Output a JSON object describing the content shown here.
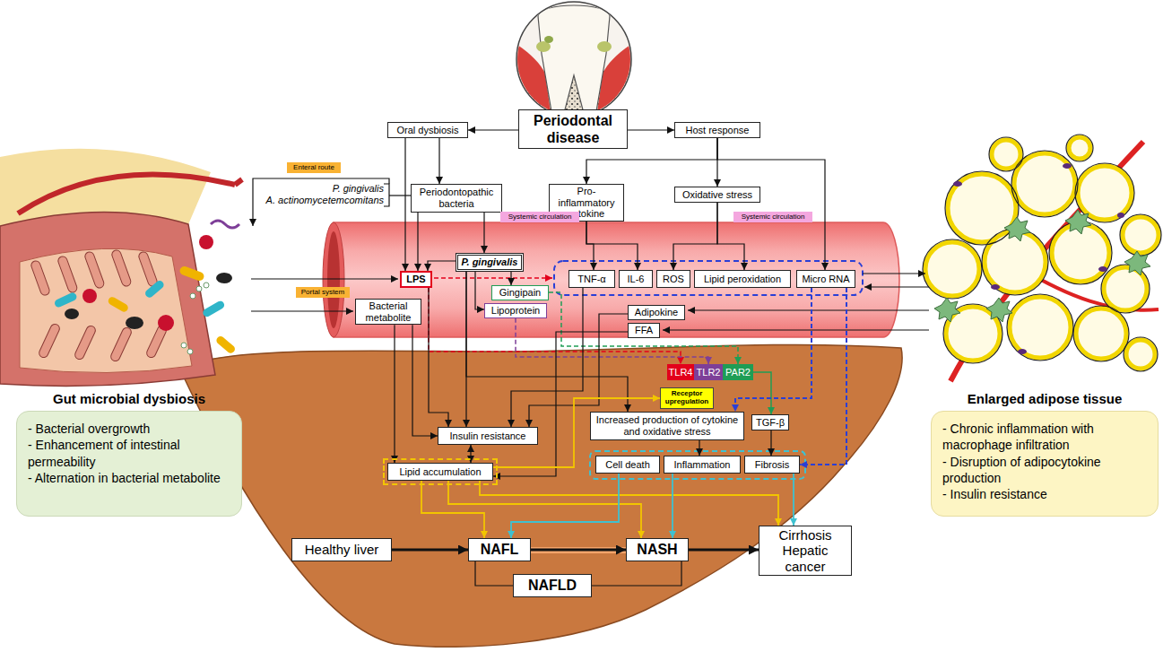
{
  "diagram": {
    "nodes": [
      {
        "text": [
          "Periodontal disease"
        ]
      },
      {
        "text": [
          "Oral dysbiosis"
        ]
      },
      {
        "text": [
          "Host response"
        ]
      },
      {
        "text": [
          "Enteral route"
        ]
      },
      {
        "text": [
          "Periodontopathic bacteria"
        ]
      },
      {
        "text": [
          "Pro-inflammatory cytokine"
        ]
      },
      {
        "text": [
          "Oxidative stress"
        ]
      },
      {
        "text": [
          "Systemic circulation"
        ]
      },
      {
        "text": [
          "Systemic circulation"
        ]
      },
      {
        "text": [
          "LPS"
        ]
      },
      {
        "text": [
          "P. gingivalis"
        ]
      },
      {
        "text": [
          "Gingipain"
        ]
      },
      {
        "text": [
          "Lipoprotein"
        ]
      },
      {
        "text": [
          "TNF-α"
        ]
      },
      {
        "text": [
          "IL-6"
        ]
      },
      {
        "text": [
          "ROS"
        ]
      },
      {
        "text": [
          "Lipid peroxidation"
        ]
      },
      {
        "text": [
          "Micro RNA"
        ]
      },
      {
        "text": [
          "Portal system"
        ]
      },
      {
        "text": [
          "Bacterial metabolite"
        ]
      },
      {
        "text": [
          "Adipokine"
        ]
      },
      {
        "text": [
          "FFA"
        ]
      },
      {
        "text": [
          "TLR4"
        ]
      },
      {
        "text": [
          "TLR2"
        ]
      },
      {
        "text": [
          "PAR2"
        ]
      },
      {
        "text": [
          "Receptor upregulation"
        ]
      },
      {
        "text": [
          "Insulin resistance"
        ]
      },
      {
        "text": [
          "Increased production of cytokine and oxidative stress"
        ]
      },
      {
        "text": [
          "TGF-β"
        ]
      },
      {
        "text": [
          "Lipid accumulation"
        ]
      },
      {
        "text": [
          "Cell death"
        ]
      },
      {
        "text": [
          "Inflammation"
        ]
      },
      {
        "text": [
          "Fibrosis"
        ]
      },
      {
        "text": [
          "Healthy liver"
        ]
      },
      {
        "text": [
          "NAFL"
        ]
      },
      {
        "text": [
          "NASH"
        ]
      },
      {
        "text": [
          "Cirrhosis Hepatic cancer"
        ]
      },
      {
        "text": [
          "NAFLD"
        ]
      },
      {
        "text": [
          "Gut microbial dysbiosis",
          "- Bacterial overgrowth",
          "- Enhancement of intestinal permeability",
          "- Alternation in bacterial metabolite"
        ]
      },
      {
        "text": [
          "Enlarged adipose tissue",
          "- Chronic inflammation with macrophage infiltration",
          "- Disruption of adipocytokine production",
          "- Insulin resistance"
        ]
      }
    ],
    "edges": [
      {
        "from": 0,
        "to": 1,
        "arrow": "to"
      },
      {
        "from": 0,
        "to": 2,
        "arrow": "to"
      },
      {
        "from": 1,
        "to": 4,
        "arrow": "to"
      },
      {
        "from": 1,
        "to": 9,
        "arrow": "to"
      },
      {
        "from": 4,
        "to": 9,
        "arrow": "to"
      },
      {
        "from": 4,
        "to": 10,
        "arrow": "to"
      },
      {
        "from": 2,
        "to": 5,
        "arrow": "to"
      },
      {
        "from": 2,
        "to": 6,
        "arrow": "to"
      },
      {
        "from": 2,
        "to": 17,
        "arrow": "to"
      },
      {
        "from": 5,
        "to": 13,
        "arrow": "to"
      },
      {
        "from": 5,
        "to": 14,
        "arrow": "to"
      },
      {
        "from": 6,
        "to": 15,
        "arrow": "to"
      },
      {
        "from": 6,
        "to": 16,
        "arrow": "to"
      },
      {
        "from": 10,
        "to": 11,
        "arrow": "to"
      },
      {
        "from": 10,
        "to": 12,
        "arrow": "to"
      },
      {
        "from": 10,
        "to": 9,
        "arrow": "to"
      },
      {
        "from": 9,
        "to": 22,
        "arrow": "to"
      },
      {
        "from": 12,
        "to": 23,
        "arrow": "to"
      },
      {
        "from": 11,
        "to": 24,
        "arrow": "to"
      },
      {
        "from": 24,
        "to": 28,
        "arrow": "to"
      },
      {
        "from": 19,
        "to": 26,
        "arrow": "to"
      },
      {
        "from": 19,
        "to": 29,
        "arrow": "to"
      },
      {
        "from": 9,
        "to": 26,
        "arrow": "to"
      },
      {
        "from": 10,
        "to": 26,
        "arrow": "to"
      },
      {
        "from": 13,
        "to": 26,
        "arrow": "to"
      },
      {
        "from": 20,
        "to": 26,
        "arrow": "to"
      },
      {
        "from": 21,
        "to": 29,
        "arrow": "to"
      },
      {
        "from": 10,
        "to": 27,
        "arrow": "to"
      },
      {
        "from": 27,
        "to": 31,
        "arrow": "to"
      },
      {
        "from": 28,
        "to": 32,
        "arrow": "to"
      },
      {
        "from": 26,
        "to": 29,
        "arrow": "both"
      },
      {
        "from": 29,
        "to": 25,
        "arrow": "to"
      },
      {
        "from": 29,
        "to": 34,
        "arrow": "to"
      },
      {
        "from": 29,
        "to": 35,
        "arrow": "to"
      },
      {
        "from": 29,
        "to": 36,
        "arrow": "to"
      },
      {
        "from": 30,
        "to": 34,
        "arrow": "to"
      },
      {
        "from": 31,
        "to": 35,
        "arrow": "to"
      },
      {
        "from": 32,
        "to": 36,
        "arrow": "to"
      },
      {
        "from": 33,
        "to": 34,
        "arrow": "to"
      },
      {
        "from": 34,
        "to": 35,
        "arrow": "to"
      },
      {
        "from": 35,
        "to": 36,
        "arrow": "to"
      },
      {
        "from": 34,
        "to": 37,
        "arrow": "none"
      },
      {
        "from": 35,
        "to": 37,
        "arrow": "none"
      },
      {
        "from": 17,
        "to": 32,
        "arrow": "to"
      },
      {
        "from": 17,
        "to": 27,
        "arrow": "to"
      }
    ],
    "labels": [
      "P. gingivalis",
      "A. actinomycetemcomitans"
    ]
  }
}
